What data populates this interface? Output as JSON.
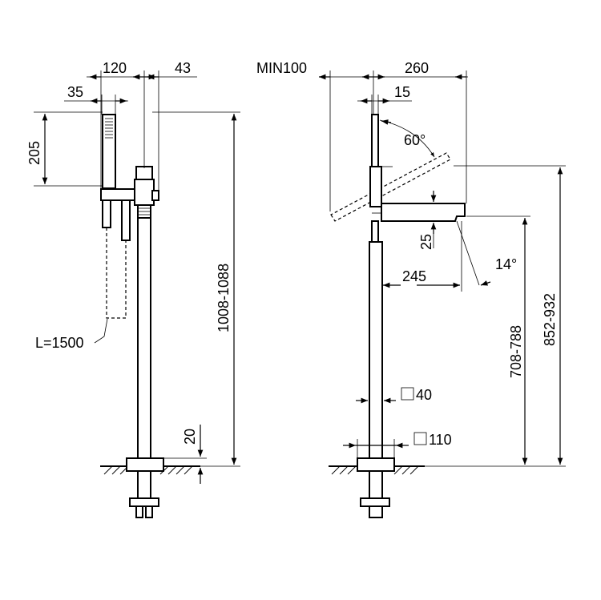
{
  "left_view": {
    "dim_top_width": "120",
    "dim_top_right": "43",
    "dim_handshower_width": "35",
    "dim_handshower_height": "205",
    "dim_total_height": "1008-1088",
    "dim_base_thickness": "20",
    "hose_length_label": "L=1500"
  },
  "right_view": {
    "dim_min_clearance": "MIN100",
    "dim_spout_reach_total": "260",
    "dim_handle_width": "15",
    "angle_handle": "60°",
    "dim_spout_drop": "25",
    "dim_spout_reach": "245",
    "angle_spout": "14°",
    "dim_spout_height": "708-788",
    "dim_handle_height": "852-932",
    "column_section": "40",
    "base_section": "110"
  }
}
